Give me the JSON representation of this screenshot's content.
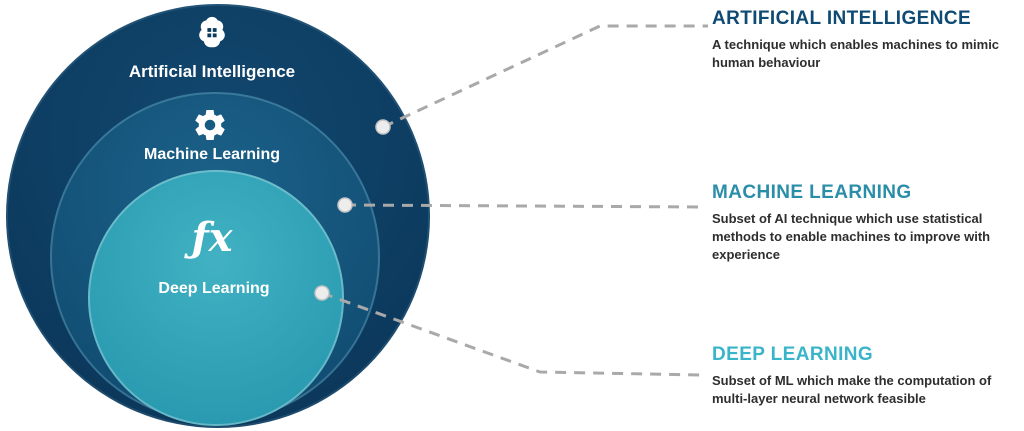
{
  "diagram": {
    "circles": [
      {
        "label": "Artificial Intelligence",
        "color": "#0c3a5e",
        "icon": "brain-icon"
      },
      {
        "label": "Machine Learning",
        "color": "#124e74",
        "icon": "gear-icon"
      },
      {
        "label": "Deep Learning",
        "color": "#2b9bb1",
        "icon": "fx-icon"
      }
    ],
    "fx_symbol": "ƒx"
  },
  "annotations": [
    {
      "title": "ARTIFICIAL INTELLIGENCE",
      "color": "#0e4a73",
      "description": "A technique which enables machines to mimic human behaviour"
    },
    {
      "title": "MACHINE LEARNING",
      "color": "#2b8ea8",
      "description": "Subset of AI technique which use statistical methods to enable machines to improve with experience"
    },
    {
      "title": "DEEP LEARNING",
      "color": "#39b4c9",
      "description": "Subset of ML which make the computation of multi-layer neural network feasible"
    }
  ]
}
